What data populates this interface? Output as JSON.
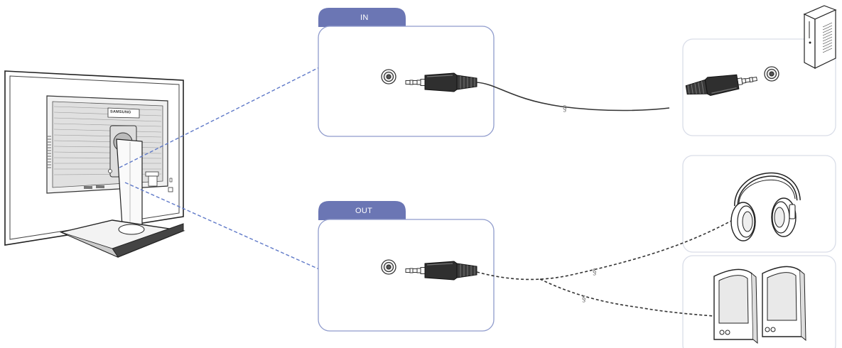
{
  "panels": {
    "in": {
      "tab_label": "IN"
    },
    "out": {
      "tab_label": "OUT"
    }
  },
  "monitor": {
    "brand": "SAMSUNG"
  },
  "colors": {
    "tab": "#6b76b4",
    "panel_border": "#8f9bcc",
    "guide_line": "#5f79c8",
    "device_border": "#d9dde8",
    "cable": "#333333"
  },
  "icons": [
    "monitor-rear-icon",
    "audio-jack-icon",
    "audio-plug-icon",
    "pc-tower-icon",
    "headphones-icon",
    "speakers-icon"
  ]
}
